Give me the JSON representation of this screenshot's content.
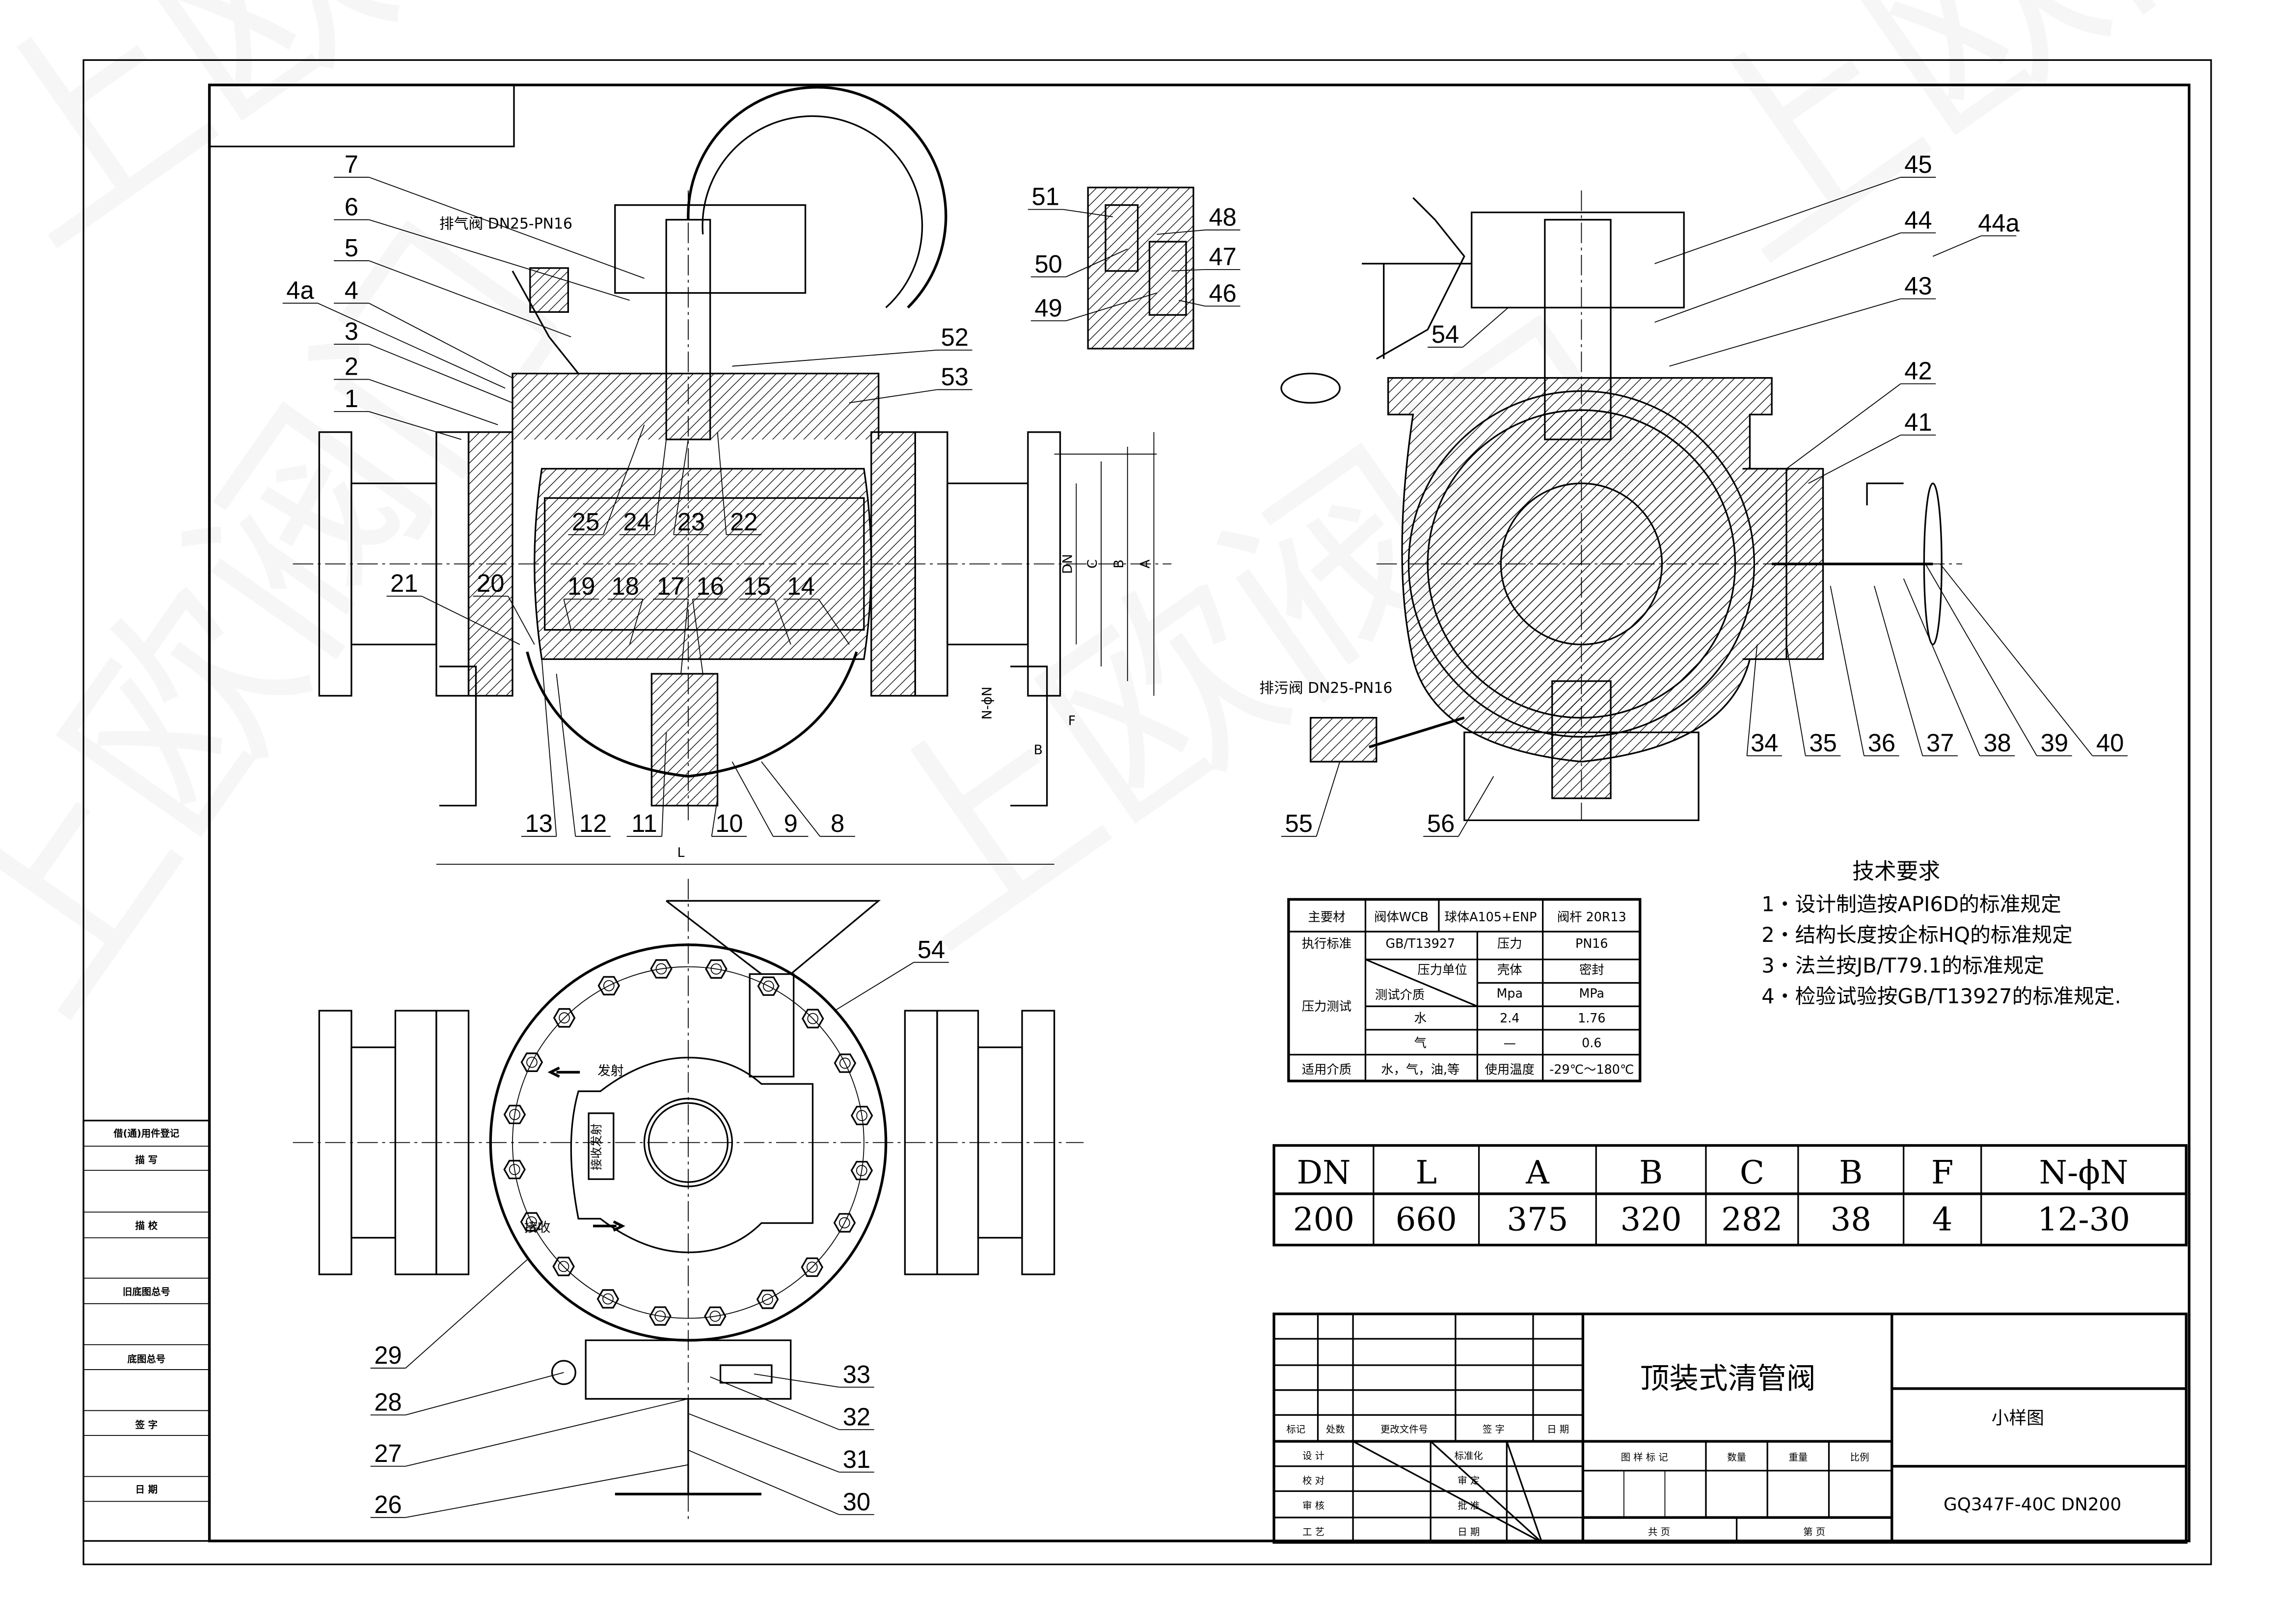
{
  "watermark": "上欧阀门",
  "drawing": {
    "vent_valve": "排气阀 DN25-PN16",
    "drain_valve": "排污阀 DN25-PN16",
    "front_view_parts": [
      "7",
      "6",
      "5",
      "4a",
      "4",
      "3",
      "2",
      "1",
      "51",
      "50",
      "49",
      "48",
      "47",
      "46",
      "52",
      "53",
      "25",
      "24",
      "23",
      "22",
      "21",
      "20",
      "19",
      "18",
      "17",
      "16",
      "15",
      "14",
      "13",
      "12",
      "11",
      "10",
      "9",
      "8"
    ],
    "side_view_parts": [
      "45",
      "44",
      "44a",
      "43",
      "42",
      "41",
      "54",
      "34",
      "35",
      "36",
      "37",
      "38",
      "39",
      "40",
      "55",
      "56"
    ],
    "bottom_view_parts": [
      "54",
      "29",
      "28",
      "27",
      "26",
      "33",
      "32",
      "31",
      "30"
    ],
    "dimension_marks": [
      "DN",
      "C",
      "B",
      "A",
      "L",
      "N-ϕN",
      "F",
      "B"
    ],
    "launch_label": "发射",
    "receive_label": "接收",
    "indicator_label": "接收发射"
  },
  "tech_requirements": {
    "title": "技术要求",
    "items": [
      "1・设计制造按API6D的标准规定",
      "2・结构长度按企标HQ的标准规定",
      "3・法兰按JB/T79.1的标准规定",
      "4・检验试验按GB/T13927的标准规定."
    ]
  },
  "materials_table": {
    "main_material": "主要材",
    "body": "阀体WCB",
    "ball": "球体A105+ENP",
    "stem": "阀杆 20R13",
    "standard_label": "执行标准",
    "standard": "GB/T13927",
    "pressure_label": "压力",
    "pressure": "PN16",
    "pressure_test": "压力测试",
    "pressure_unit": "压力单位",
    "test_medium": "测试介质",
    "shell": "壳体",
    "seal": "密封",
    "shell_unit": "Mpa",
    "seal_unit": "MPa",
    "water": "水",
    "water_shell": "2.4",
    "water_seal": "1.76",
    "air": "气",
    "air_shell": "—",
    "air_seal": "0.6",
    "medium_label": "适用介质",
    "medium": "水，气，油,等",
    "temp_label": "使用温度",
    "temp": "-29℃～180℃"
  },
  "dimension_table": {
    "headers": [
      "DN",
      "L",
      "A",
      "B",
      "C",
      "B",
      "F",
      "N-ϕN"
    ],
    "values": [
      "200",
      "660",
      "375",
      "320",
      "282",
      "38",
      "4",
      "12-30"
    ]
  },
  "title_block": {
    "title": "顶装式清管阀",
    "drawing_type": "小样图",
    "model": "GQ347F-40C   DN200",
    "rev_headers": [
      "标记",
      "处数",
      "更改文件号",
      "签  字",
      "日  期"
    ],
    "sign_rows": [
      [
        "设  计",
        "标准化"
      ],
      [
        "校  对",
        "审  定"
      ],
      [
        "审  核",
        "批  准"
      ],
      [
        "工  艺",
        "日  期"
      ]
    ],
    "info_headers": [
      "图 样 标 记",
      "数量",
      "重量",
      "比例"
    ],
    "total_pages": "共      页",
    "page_no": "第      页"
  },
  "left_strip": {
    "items": [
      "借(通)用件登记",
      "描        写",
      "描        校",
      "旧底图总号",
      "底图总号",
      "签        字",
      "日        期"
    ]
  }
}
